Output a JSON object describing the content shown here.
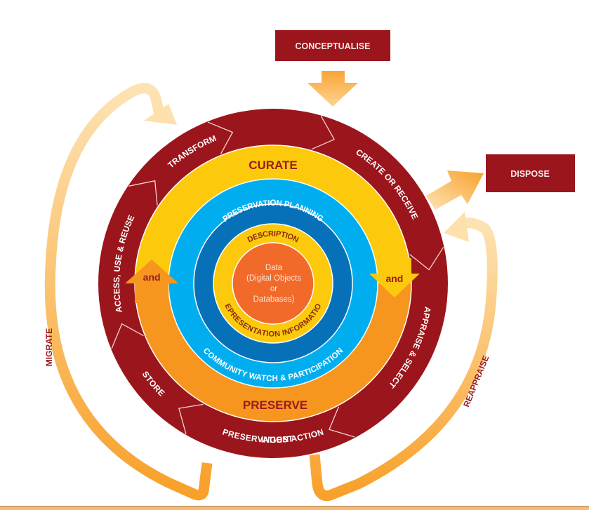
{
  "title": "DCC Curation Lifecycle Model",
  "boxes": {
    "conceptualise": "CONCEPTUALISE",
    "dispose": "DISPOSE"
  },
  "outer_ring_actions": [
    {
      "id": "create-or-receive",
      "label": "CREATE OR RECEIVE"
    },
    {
      "id": "appraise-select",
      "label": "APPRAISE & SELECT"
    },
    {
      "id": "ingest",
      "label": "INGEST"
    },
    {
      "id": "preservation-action",
      "label": "PRESERVATION ACTION"
    },
    {
      "id": "store",
      "label": "STORE"
    },
    {
      "id": "access-use-reuse",
      "label": "ACCESS, USE & REUSE"
    },
    {
      "id": "transform",
      "label": "TRANSFORM"
    }
  ],
  "curate_ring": {
    "label": "CURATE",
    "connector": "and"
  },
  "preserve_ring": {
    "label": "PRESERVE",
    "connector": "and"
  },
  "blue_ring": {
    "top": "PRESERVATION PLANNING",
    "bottom": "COMMUNITY WATCH & PARTICIPATION"
  },
  "description_ring": {
    "top": "DESCRIPTION",
    "bottom": "REPRESENTATION INFORMATION"
  },
  "center": {
    "lines": [
      "Data",
      "(Digital Objects",
      "or",
      "Databases)"
    ]
  },
  "occasional_actions": {
    "migrate": "MIGRATE",
    "reappraise": "REAPPRAISE"
  },
  "colors": {
    "maroon": "#9b161c",
    "curate_yellow": "#fcc90c",
    "preserve_orange": "#f6961e",
    "light_blue": "#00aeef",
    "dark_blue": "#0671b8",
    "center_orange": "#f26a2a",
    "arrow_light": "#fde2ad",
    "arrow_dark": "#f9a12c"
  }
}
